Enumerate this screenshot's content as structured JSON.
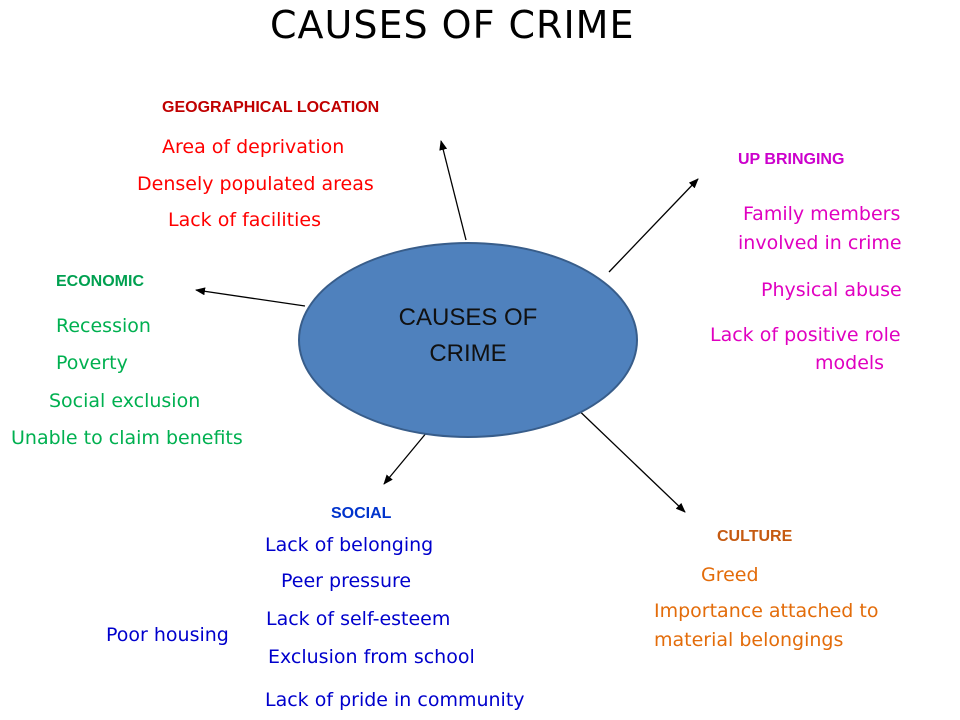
{
  "title": "CAUSES OF CRIME",
  "center": {
    "line1": "CAUSES OF",
    "line2": "CRIME"
  },
  "colors": {
    "geographical": "#ff0000",
    "geographical_heading": "#c00000",
    "upbringing": "#e000c0",
    "upbringing_heading": "#cc00cc",
    "economic": "#00b050",
    "economic_heading": "#00a050",
    "social": "#0000cc",
    "social_heading": "#0033cc",
    "culture": "#e36c0a",
    "culture_heading": "#c55a11",
    "ellipse": "#4f81bd"
  },
  "geographical": {
    "heading": "GEOGRAPHICAL LOCATION",
    "items": [
      "Area of deprivation",
      "Densely populated areas",
      "Lack of facilities"
    ]
  },
  "upbringing": {
    "heading": "UP BRINGING",
    "items": [
      "Family members",
      "involved in crime",
      "Physical abuse",
      "Lack of positive role",
      "models"
    ]
  },
  "economic": {
    "heading": "ECONOMIC",
    "items": [
      "Recession",
      "Poverty",
      "Social exclusion",
      "Unable to claim benefits"
    ]
  },
  "social": {
    "heading": "SOCIAL",
    "items": [
      "Lack of belonging",
      "Peer pressure",
      "Lack of self-esteem",
      "Exclusion from school",
      "Lack of pride in community",
      "Poor housing"
    ]
  },
  "culture": {
    "heading": "CULTURE",
    "items": [
      "Greed",
      "Importance attached to",
      "material belongings"
    ]
  }
}
